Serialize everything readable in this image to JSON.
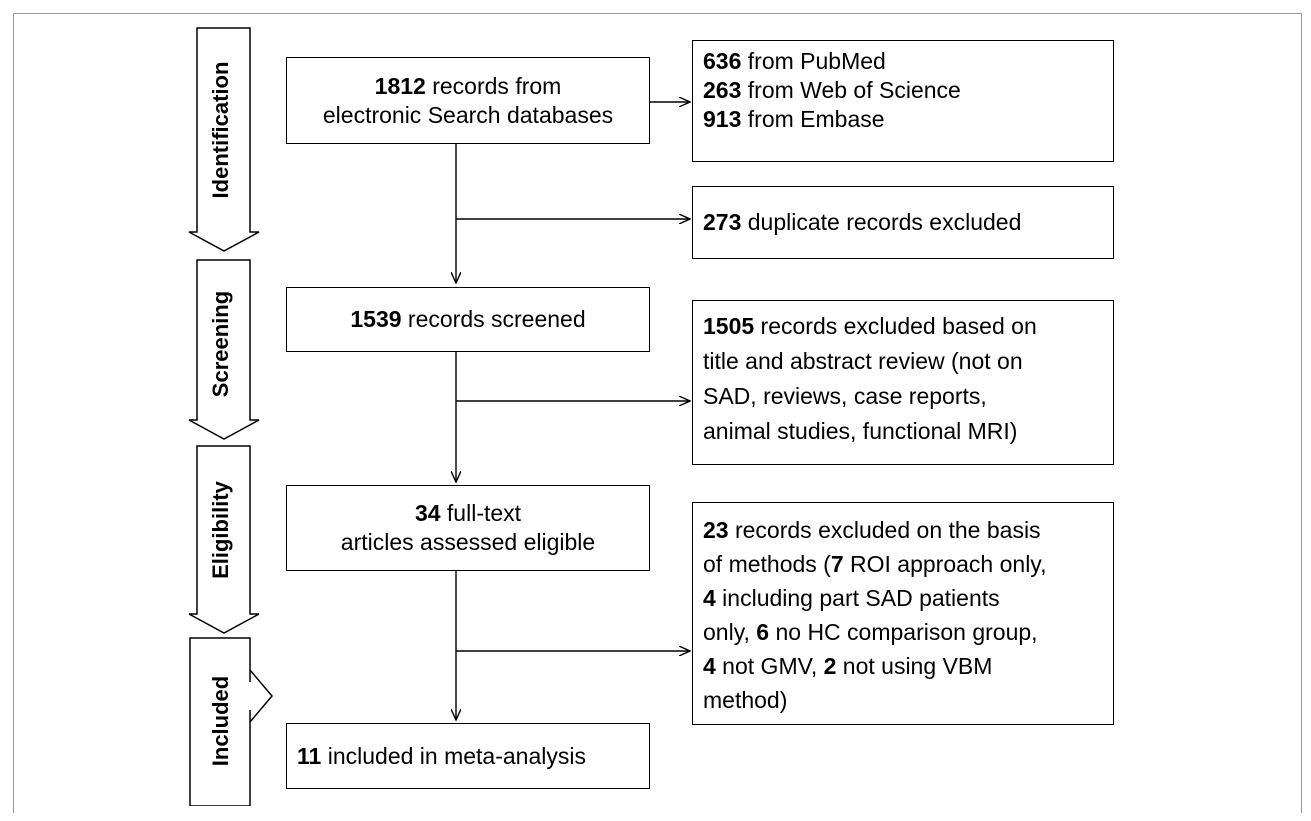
{
  "stages": [
    "Identification",
    "Screening",
    "Eligibility",
    "Included"
  ],
  "flow": {
    "records_total": {
      "count": "1812",
      "line1": " records from",
      "line2": "electronic Search databases"
    },
    "sources": [
      {
        "count": "636",
        "label": " from PubMed"
      },
      {
        "count": "263",
        "label": " from Web of Science"
      },
      {
        "count": "913",
        "label": " from Embase"
      }
    ],
    "duplicates": {
      "count": "273",
      "label": " duplicate records excluded"
    },
    "screened": {
      "count": "1539",
      "label": " records screened"
    },
    "excluded_screening": {
      "count": "1505",
      "line1": " records excluded based on",
      "line2": "title and abstract review (not on",
      "line3": "SAD, reviews, case reports,",
      "line4": "animal studies, functional MRI)"
    },
    "fulltext": {
      "count": "34",
      "line1": " full-text",
      "line2": "articles assessed eligible"
    },
    "excluded_eligibility": {
      "count": "23",
      "t1": " records excluded on the basis",
      "t2": "of methods (",
      "n_roi": "7",
      "t3": " ROI approach only,",
      "n_part": "4",
      "t4": " including part SAD patients",
      "t5": "only, ",
      "n_hc": "6",
      "t6": " no HC comparison group,",
      "n_gmv": "4",
      "t7": " not GMV, ",
      "n_vbm": "2",
      "t8": " not using VBM",
      "t9": "method)"
    },
    "included": {
      "count": "11",
      "label": " included in meta-analysis"
    }
  }
}
